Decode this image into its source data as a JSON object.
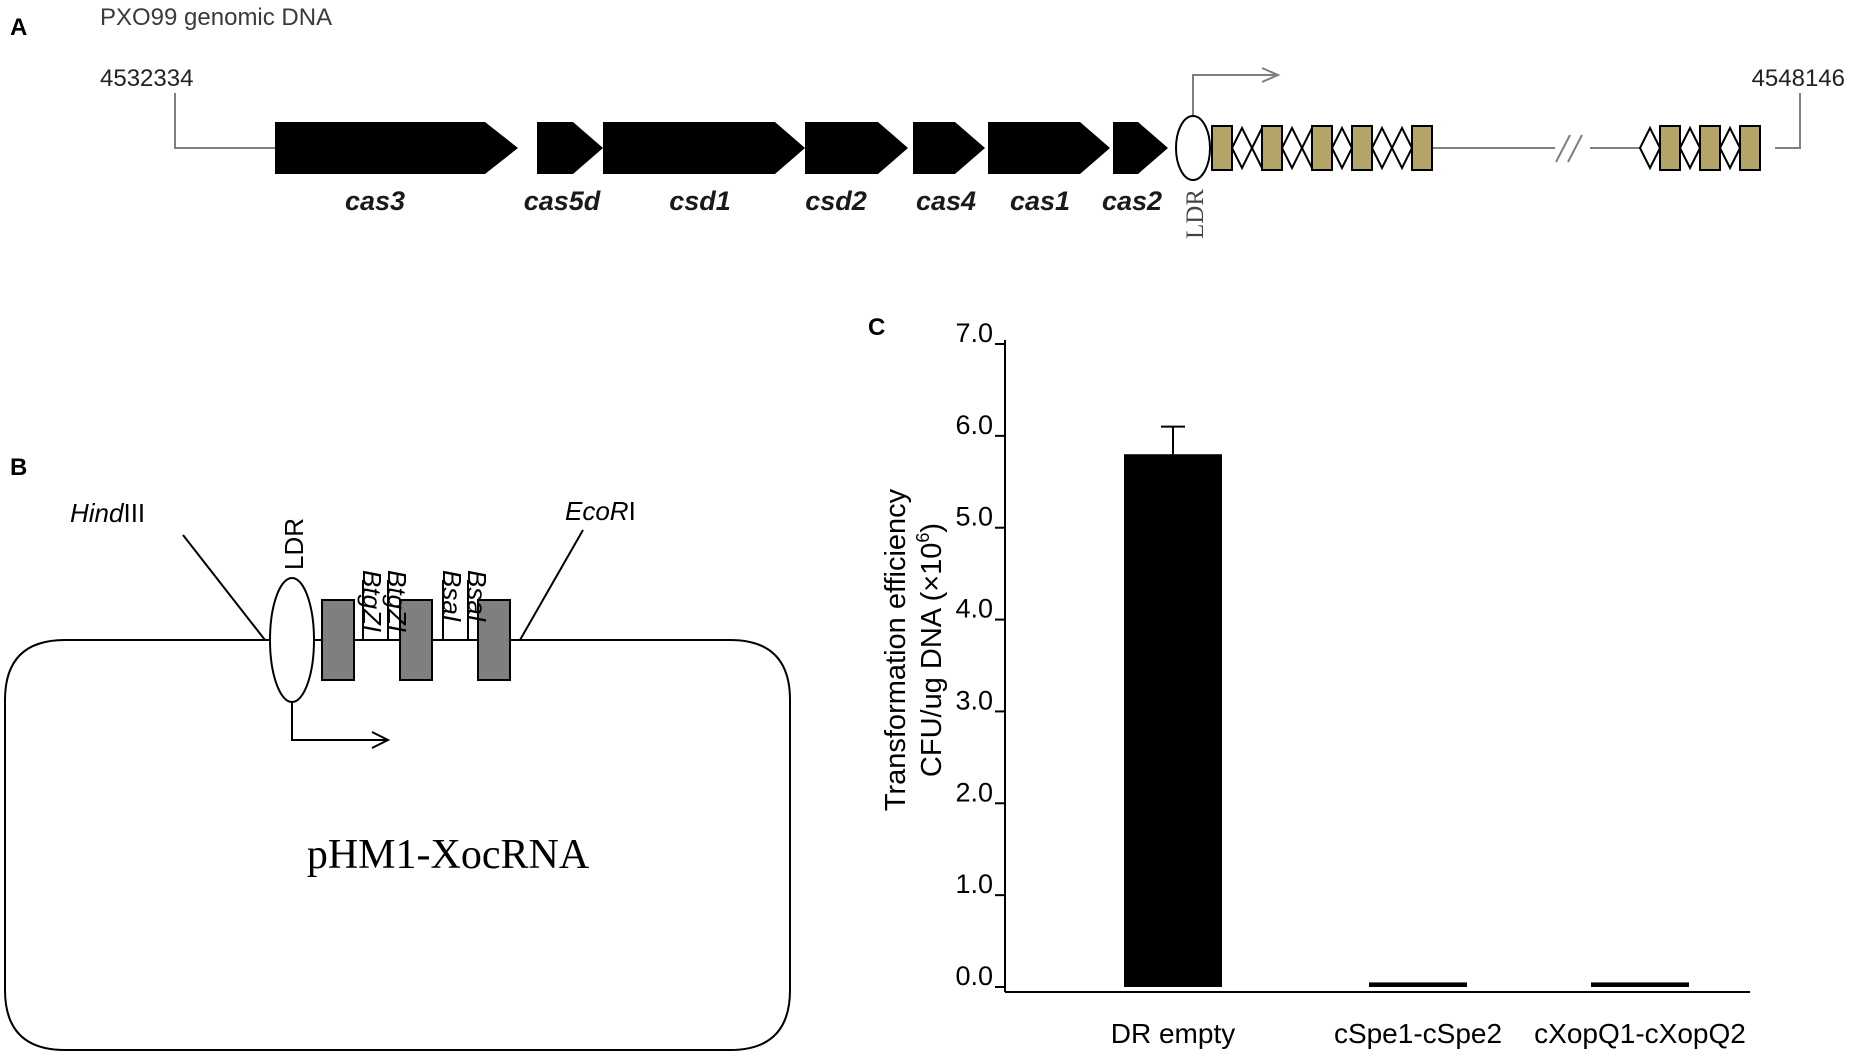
{
  "panel_a": {
    "label": "A",
    "title": "PXO99 genomic DNA",
    "coord_start": "4532334",
    "coord_end": "4548146",
    "genes": [
      {
        "name": "cas3"
      },
      {
        "name": "cas5d"
      },
      {
        "name": "csd1"
      },
      {
        "name": "csd2"
      },
      {
        "name": "cas4"
      },
      {
        "name": "cas1"
      },
      {
        "name": "cas2"
      }
    ],
    "ldr_label": "LDR",
    "colors": {
      "gene": "#000000",
      "spacer": "#b5a468",
      "line": "#7f7f7f"
    }
  },
  "panel_b": {
    "label": "B",
    "site_hind": "Hind",
    "site_hind_suffix": "III",
    "site_eco": "EcoR",
    "site_eco_suffix": "I",
    "ldr_label": "LDR",
    "btgzi_1": "BtgZI",
    "btgzi_2": "BtgZI",
    "bsai_1": "BsaI",
    "bsai_2": "BsaI",
    "plasmid_name": "pHM1-XocRNA",
    "colors": {
      "spacer": "#7f7f7f"
    }
  },
  "panel_c": {
    "label": "C",
    "ylabel_line1": "Transformation efficiency",
    "ylabel_line2": "CFU/ug DNA (×10",
    "ylabel_sup": "6",
    "ylabel_close": ")"
  },
  "chart_data": {
    "type": "bar",
    "categories": [
      "DR empty",
      "cSpe1-cSpe2",
      "cXopQ1-cXopQ2"
    ],
    "values": [
      5.8,
      0.05,
      0.05
    ],
    "errors": [
      0.3,
      0,
      0
    ],
    "ylim": [
      0,
      7
    ],
    "yticks": [
      "0.0",
      "1.0",
      "2.0",
      "3.0",
      "4.0",
      "5.0",
      "6.0",
      "7.0"
    ],
    "ylabel": "Transformation efficiency CFU/ug DNA (×10⁶)",
    "bar_color": "#000000"
  }
}
